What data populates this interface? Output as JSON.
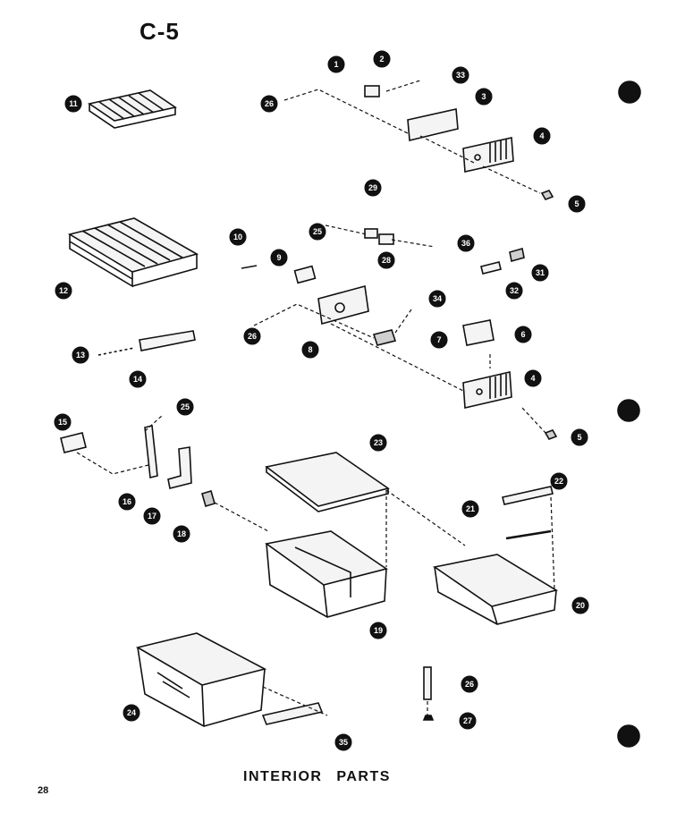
{
  "page_code": "C-5",
  "title": "INTERIOR PARTS",
  "page_number": "28",
  "colors": {
    "ink": "#111111",
    "paper": "#ffffff",
    "part_fill": "#f4f4f4",
    "part_shade": "#cfcfcf"
  },
  "callouts": [
    "1",
    "2",
    "33",
    "3",
    "26",
    "4",
    "5",
    "11",
    "29",
    "25",
    "28",
    "36",
    "10",
    "9",
    "12",
    "31",
    "32",
    "34",
    "26",
    "8",
    "7",
    "6",
    "13",
    "14",
    "4",
    "25",
    "5",
    "15",
    "16",
    "17",
    "18",
    "23",
    "22",
    "21",
    "19",
    "20",
    "24",
    "26",
    "27",
    "35"
  ]
}
